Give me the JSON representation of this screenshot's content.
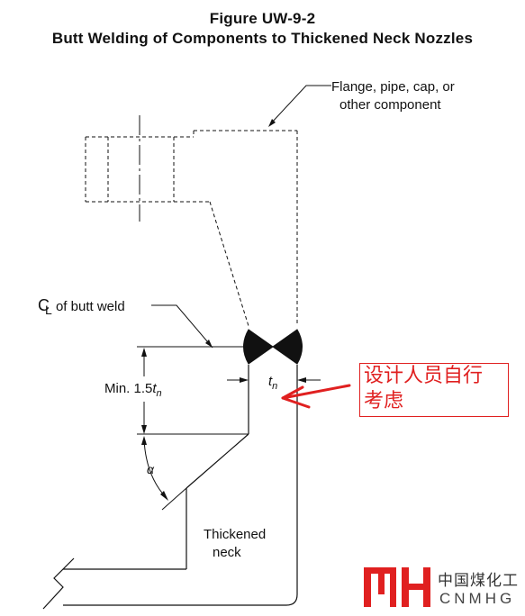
{
  "figure": {
    "title": "Figure UW-9-2",
    "subtitle": "Butt Welding of Components to Thickened Neck Nozzles"
  },
  "labels": {
    "component_line1": "Flange, pipe, cap, or",
    "component_line2": "other component",
    "centerline_symbol": "C",
    "centerline_sub": "L",
    "centerline_text": " of butt weld",
    "min_prefix": "Min. 1.5",
    "min_var": "t",
    "min_sub": "n",
    "tn_var": "t",
    "tn_sub": "n",
    "alpha": "α",
    "neck_line1": "Thickened",
    "neck_line2": "neck"
  },
  "annotation": {
    "line1": "设计人员自行",
    "line2": "考虑",
    "color": "#e02020"
  },
  "logo": {
    "mark": "MH",
    "cn_text": "中国煤化工",
    "en_text": "CNMHG",
    "color": "#e02020"
  }
}
